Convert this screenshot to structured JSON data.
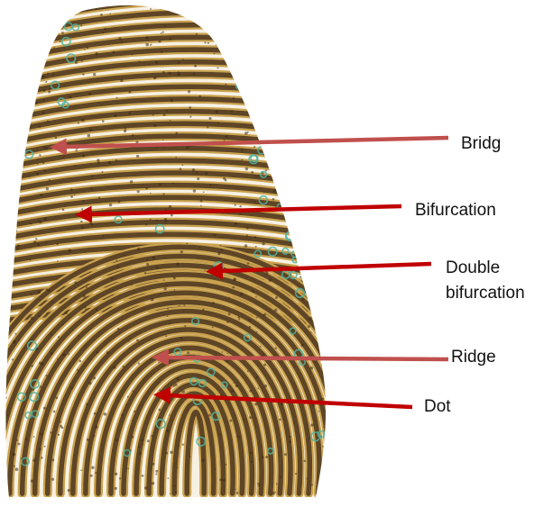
{
  "labels": {
    "bridge": "Bridg",
    "bifurcation": "Bifurcation",
    "double_bifurcation_line1": "Double",
    "double_bifurcation_line2": "bifurcation",
    "ridge": "Ridge",
    "dot": "Dot"
  },
  "colors": {
    "ridge_dark": "#5e4526",
    "ridge_gold": "#c9a24f",
    "valley_light": "#f7f1e4",
    "minutia_marker": "#4fb3a0",
    "arrow_dark_red": "#c00000",
    "arrow_light_red": "#c0504d"
  },
  "icons": {
    "fingerprint": "fingerprint-image",
    "arrow": "arrow-left-icon"
  }
}
